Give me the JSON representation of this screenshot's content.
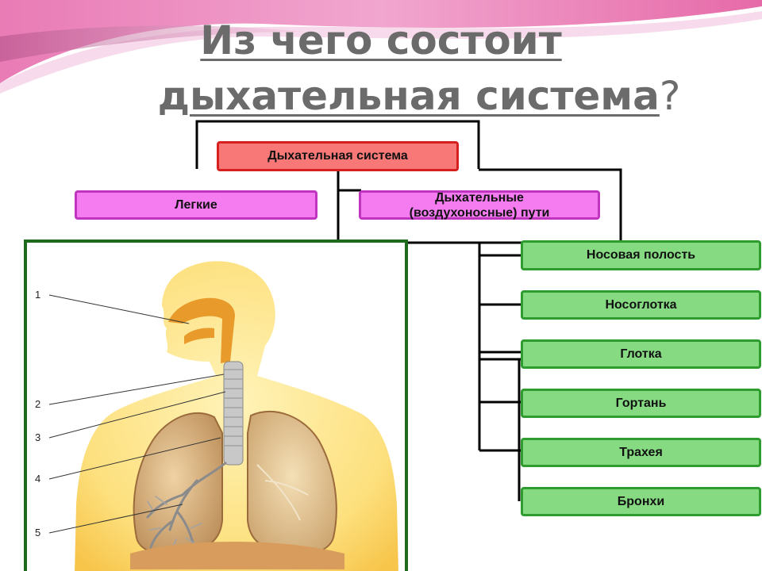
{
  "title": {
    "line1": "Из чего состоит",
    "line2_main": "дыхательная система",
    "line2_mark": "?"
  },
  "diagram": {
    "root": "Дыхательная система",
    "lungs": "Легкие",
    "airways": "Дыхательные (воздухоносные) пути",
    "airway_parts": [
      "Носовая полость",
      "Носоглотка",
      "Глотка",
      "Гортань",
      "Трахея",
      "Бронхи"
    ]
  },
  "illustration": {
    "callouts": [
      "1",
      "2",
      "3",
      "4",
      "5"
    ]
  },
  "colors": {
    "title": "#6b6b6b",
    "root_fill": "#f87878",
    "root_border": "#d62020",
    "pink_fill": "#f47cf0",
    "pink_border": "#c035c0",
    "green_fill": "#86db82",
    "green_border": "#2e9c2e",
    "connector": "#000000",
    "frame": "#1c6b1c"
  }
}
